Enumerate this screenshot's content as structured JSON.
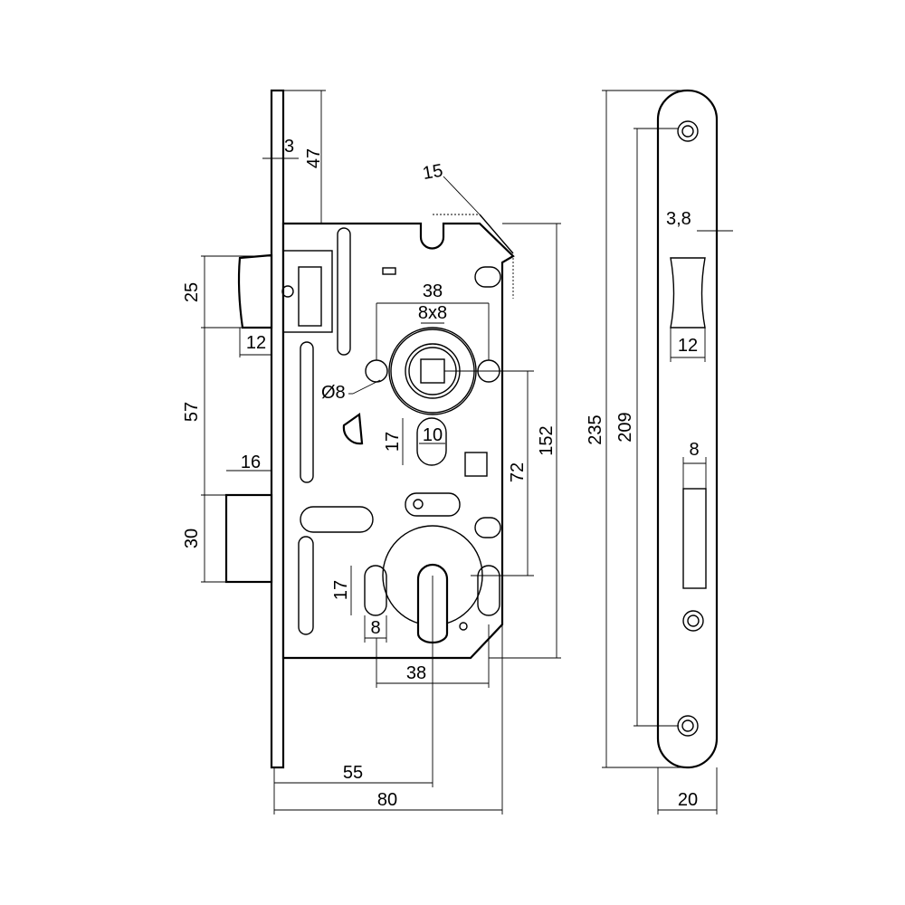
{
  "labels": {
    "faceplate_thickness": "3",
    "top_to_body": "47",
    "bevel": "15",
    "latch_height": "25",
    "latch_projection": "12",
    "latch_to_bolt": "57",
    "bolt_projection": "16",
    "bolt_height": "30",
    "spindle_hole_spacing": "38",
    "spindle_square": "8x8",
    "fixing_hole_diameter": "Ø8",
    "slot_height": "17",
    "slot_width": "10",
    "spindle_to_cylinder": "72",
    "body_height": "152",
    "cyl_hole_height": "17",
    "cyl_hole_width": "8",
    "cyl_hole_spacing": "38",
    "backset": "55",
    "body_depth": "80",
    "strike_length": "235",
    "strike_hole_spacing": "209",
    "strike_thickness": "3,8",
    "strike_latch_opening": "12",
    "strike_bolt_opening": "8",
    "strike_width": "20"
  }
}
